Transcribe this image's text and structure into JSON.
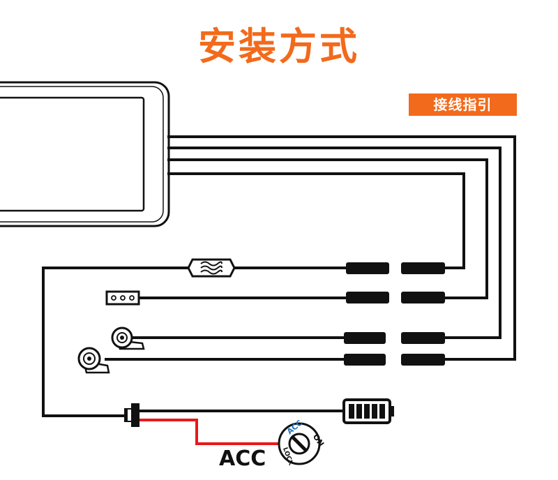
{
  "title": "安装方式",
  "wiring_guide_label": "接线指引",
  "acc_label": "ACC",
  "ignition_switch": {
    "acc": "ACC",
    "on": "ON",
    "lock": "LOCK"
  },
  "colors": {
    "accent": "#f26a1b",
    "wire": "#111111",
    "acc_wire": "#e8191a"
  },
  "icons": {
    "fuse": "fuse-icon",
    "switch": "three-pin-switch-icon",
    "rear_camera": "camera-icon",
    "front_camera": "camera-icon",
    "power_plug": "power-plug-icon",
    "battery": "battery-icon",
    "ignition": "ignition-switch-icon"
  }
}
